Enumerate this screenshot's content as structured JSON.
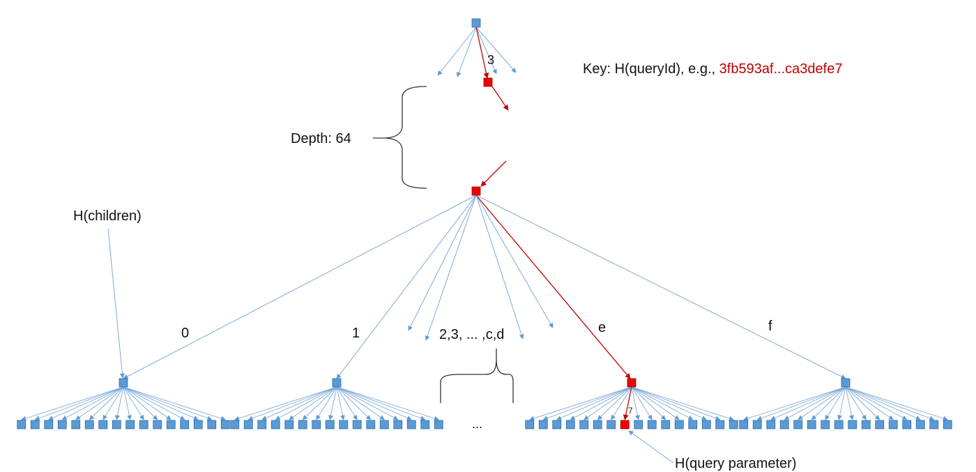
{
  "colors": {
    "node": "#5b9bd5",
    "node_stroke": "#2e6aa6",
    "edge": "#7aa9d9",
    "highlight": "#ee0000",
    "highlight_edge": "#c00000",
    "highlight_text": "#c00000",
    "text": "#111111"
  },
  "key": {
    "prefix": "Key: H(queryId), e.g., ",
    "example": "3fb593af...ca3defe7"
  },
  "depth_label": "Depth: 64",
  "top_path_digit": "3",
  "children_label": "H(children)",
  "branch_labels": {
    "b0": "0",
    "b1": "1",
    "middle": "2,3, ... ,c,d",
    "be": "e",
    "bf": "f"
  },
  "leaf_ellipsis": "...",
  "leaf_path_digit": "7",
  "param_label": "H(query parameter)"
}
